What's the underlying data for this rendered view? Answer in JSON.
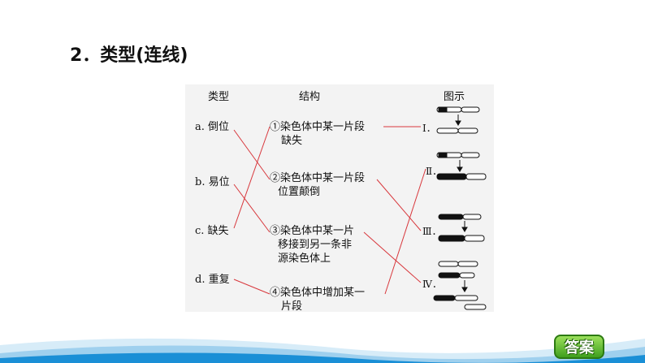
{
  "heading": "2．类型(连线)",
  "columns": {
    "type": "类型",
    "structure": "结构",
    "image": "图示"
  },
  "types": [
    "a. 倒位",
    "b. 易位",
    "c. 缺失",
    "d. 重复"
  ],
  "structures": [
    [
      "①染色体中某一片段",
      "缺失"
    ],
    [
      "②染色体中某一片段",
      "位置颠倒"
    ],
    [
      "③染色体中某一片",
      "移接到另一条非",
      "源染色体上"
    ],
    [
      "④染色体中增加某一",
      "片段"
    ]
  ],
  "roman": [
    "Ⅰ．",
    "Ⅱ．",
    "Ⅲ．",
    "Ⅳ．"
  ],
  "colors": {
    "line": "#d8373c",
    "figure_bg": "#f3f3f3",
    "accent": "#1a8fd6",
    "button": "#4caf2a"
  },
  "answer_button": "答案"
}
